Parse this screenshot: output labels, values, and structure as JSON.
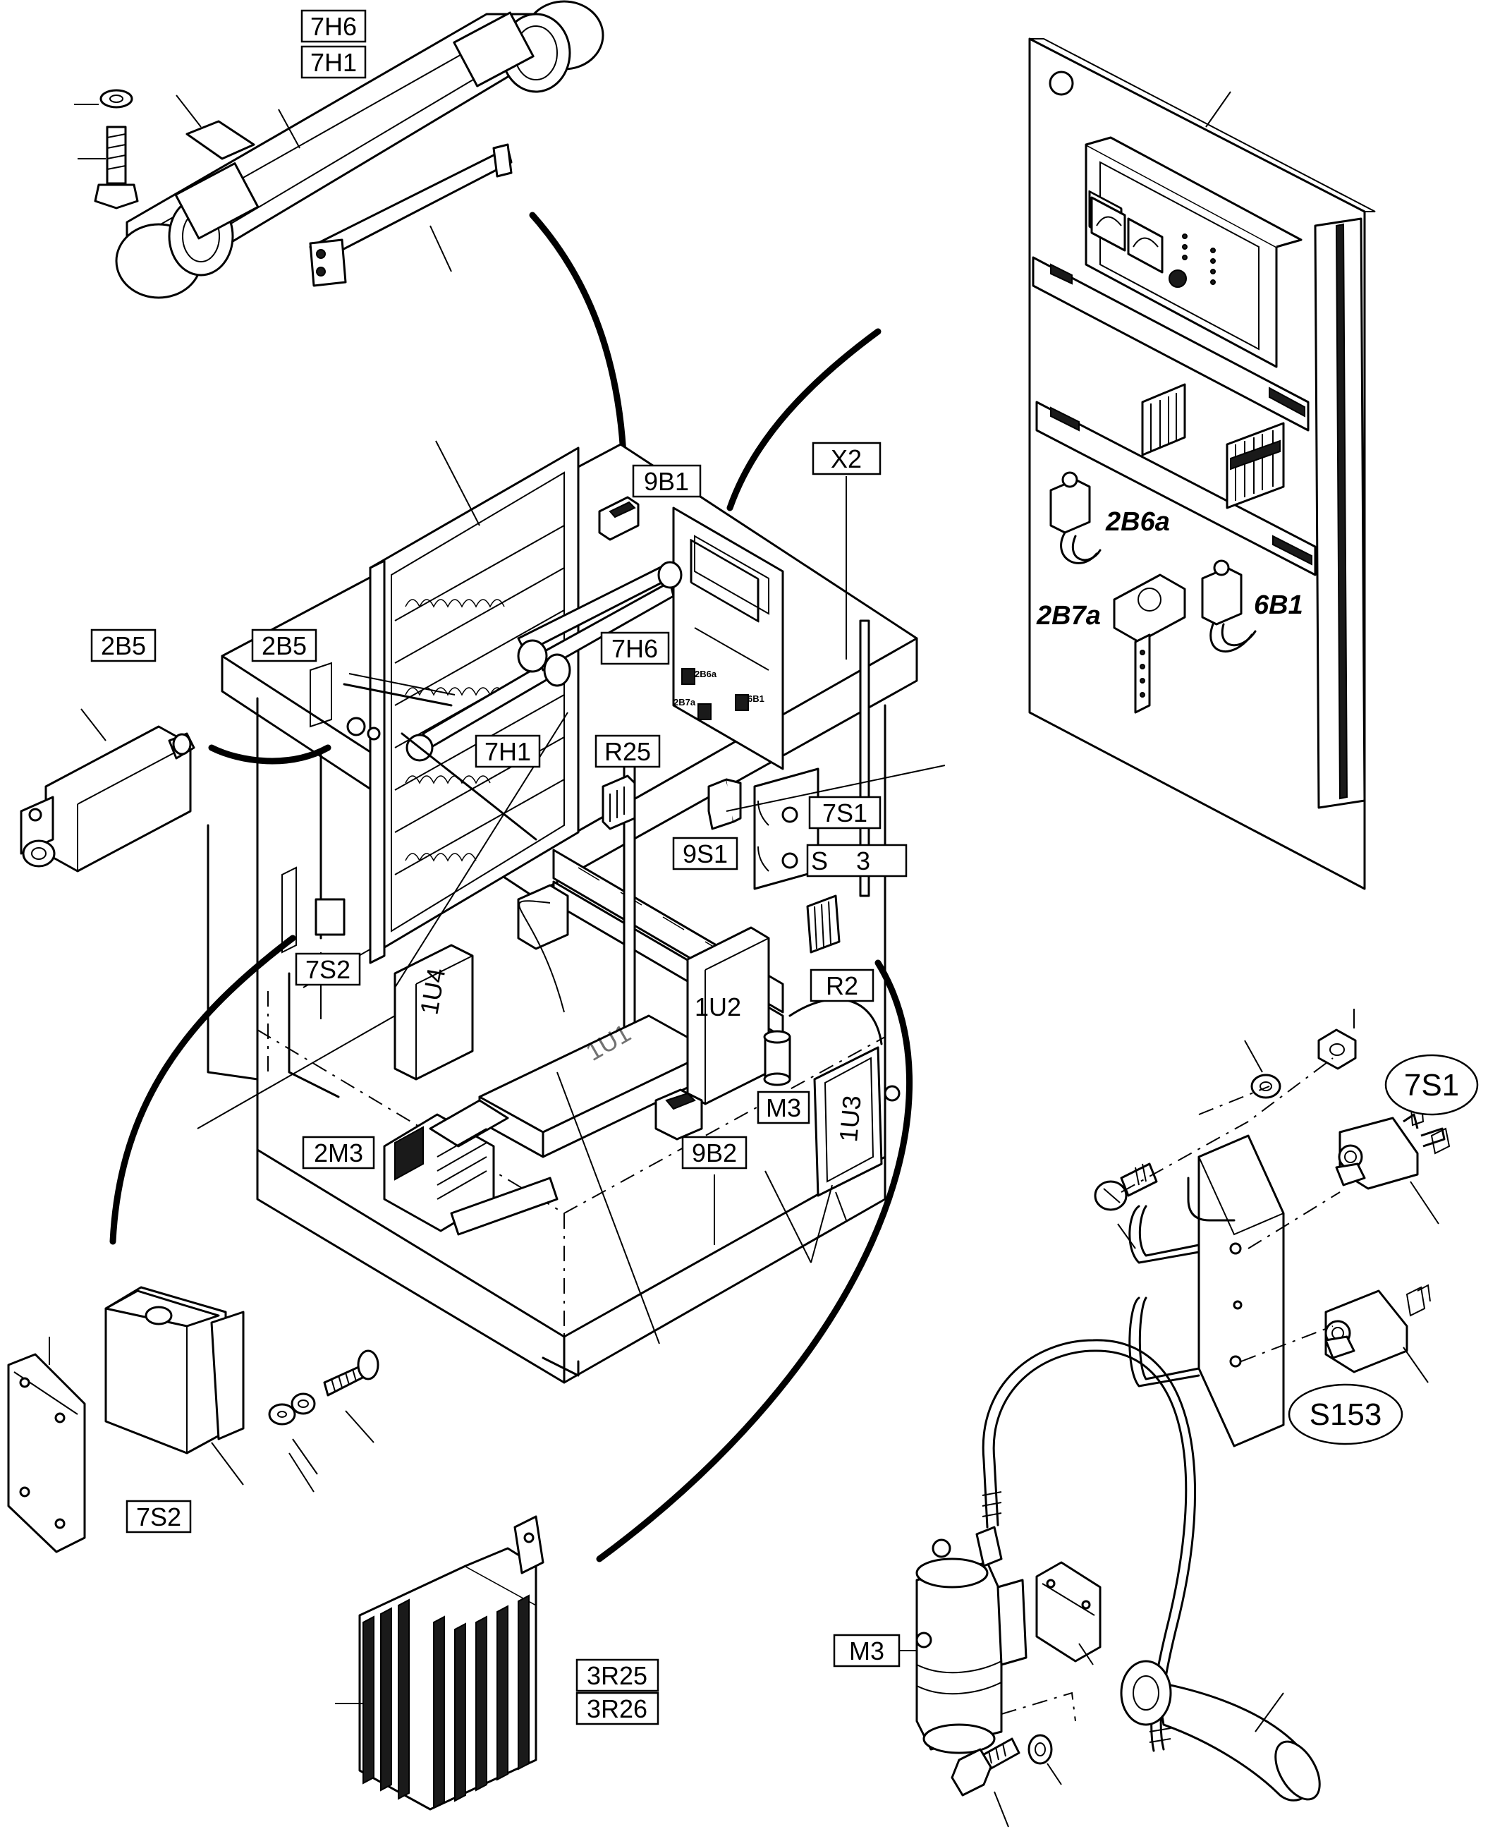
{
  "labels": {
    "l_7h6_top": "7H6",
    "l_7h1_top": "7H1",
    "l_9b1": "9B1",
    "l_x2": "X2",
    "l_2b5_left": "2B5",
    "l_2b5_mid": "2B5",
    "l_7h6_mid": "7H6",
    "l_7h1_mid": "7H1",
    "l_r25": "R25",
    "l_7s1_box": "7S1",
    "l_9s1": "9S1",
    "l_s3": "S    3",
    "l_7s2_mid": "7S2",
    "l_r2": "R2",
    "l_m3_mid": "M3",
    "l_2m3": "2M3",
    "l_9b2": "9B2",
    "l_7s2_bottom": "7S2",
    "l_3r25": "3R25",
    "l_3r26": "3R26",
    "l_m3_bottom": "M3"
  },
  "italic_labels": {
    "l_2b6a": "2B6a",
    "l_2b7a": "2B7a",
    "l_6b1": "6B1"
  },
  "oval_labels": {
    "o_7s1": "7S1",
    "o_s153": "S153"
  },
  "tiny_labels": {
    "t_2b6a": "2B6a",
    "t_2b7a": "2B7a",
    "t_6b1": "6B1"
  },
  "module_labels": {
    "m_1u4": "1U4",
    "m_1u2": "1U2",
    "m_1u1": "1U1",
    "m_1u3": "1U3"
  }
}
